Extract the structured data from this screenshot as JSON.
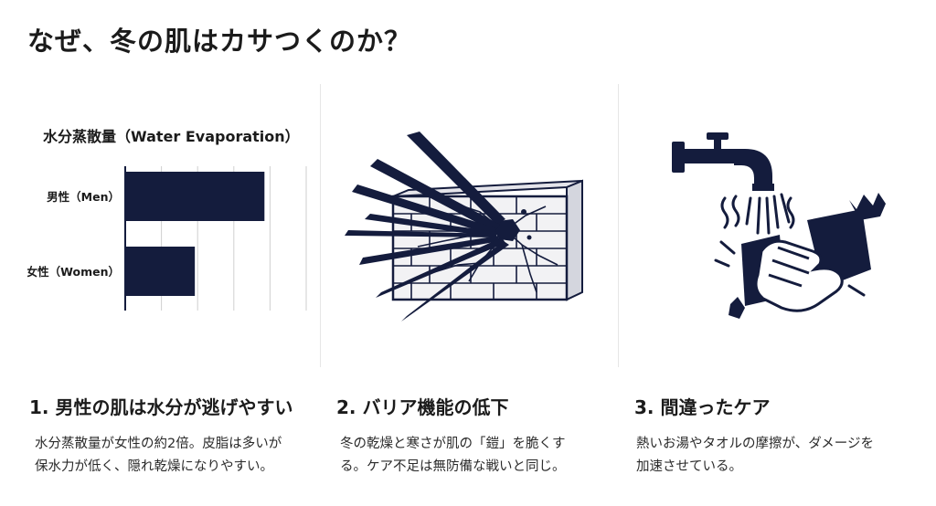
{
  "title": "なぜ、冬の肌はカサつくのか？",
  "chart_data": {
    "type": "bar",
    "orientation": "horizontal",
    "title": "水分蒸散量（Water Evaporation）",
    "categories": [
      "男性（Men）",
      "女性（Women）"
    ],
    "values": [
      2,
      1
    ],
    "xlim": [
      0,
      2.6
    ],
    "grid": true,
    "bar_color": "#141c3d"
  },
  "columns": [
    {
      "heading": "1. 男性の肌は水分が逃げやすい",
      "desc": [
        "水分蒸散量が女性の約2倍。皮脂は多いが",
        "保水力が低く、隠れ乾燥になりやすい。"
      ],
      "icon": "bar-chart"
    },
    {
      "heading": "2. バリア機能の低下",
      "desc": [
        "冬の乾燥と寒さが肌の「鎧」を脆くす",
        "る。ケア不足は無防備な戦いと同じ。"
      ],
      "icon": "cracked-brick-wall-icon"
    },
    {
      "heading": "3. 間違ったケア",
      "desc": [
        "熱いお湯やタオルの摩擦が、ダメージを",
        "加速させている。"
      ],
      "icon": "faucet-towel-friction-icon"
    }
  ],
  "colors": {
    "navy": "#141c3d",
    "grid": "#cfcfcf",
    "brick": "#f2f2f4"
  }
}
